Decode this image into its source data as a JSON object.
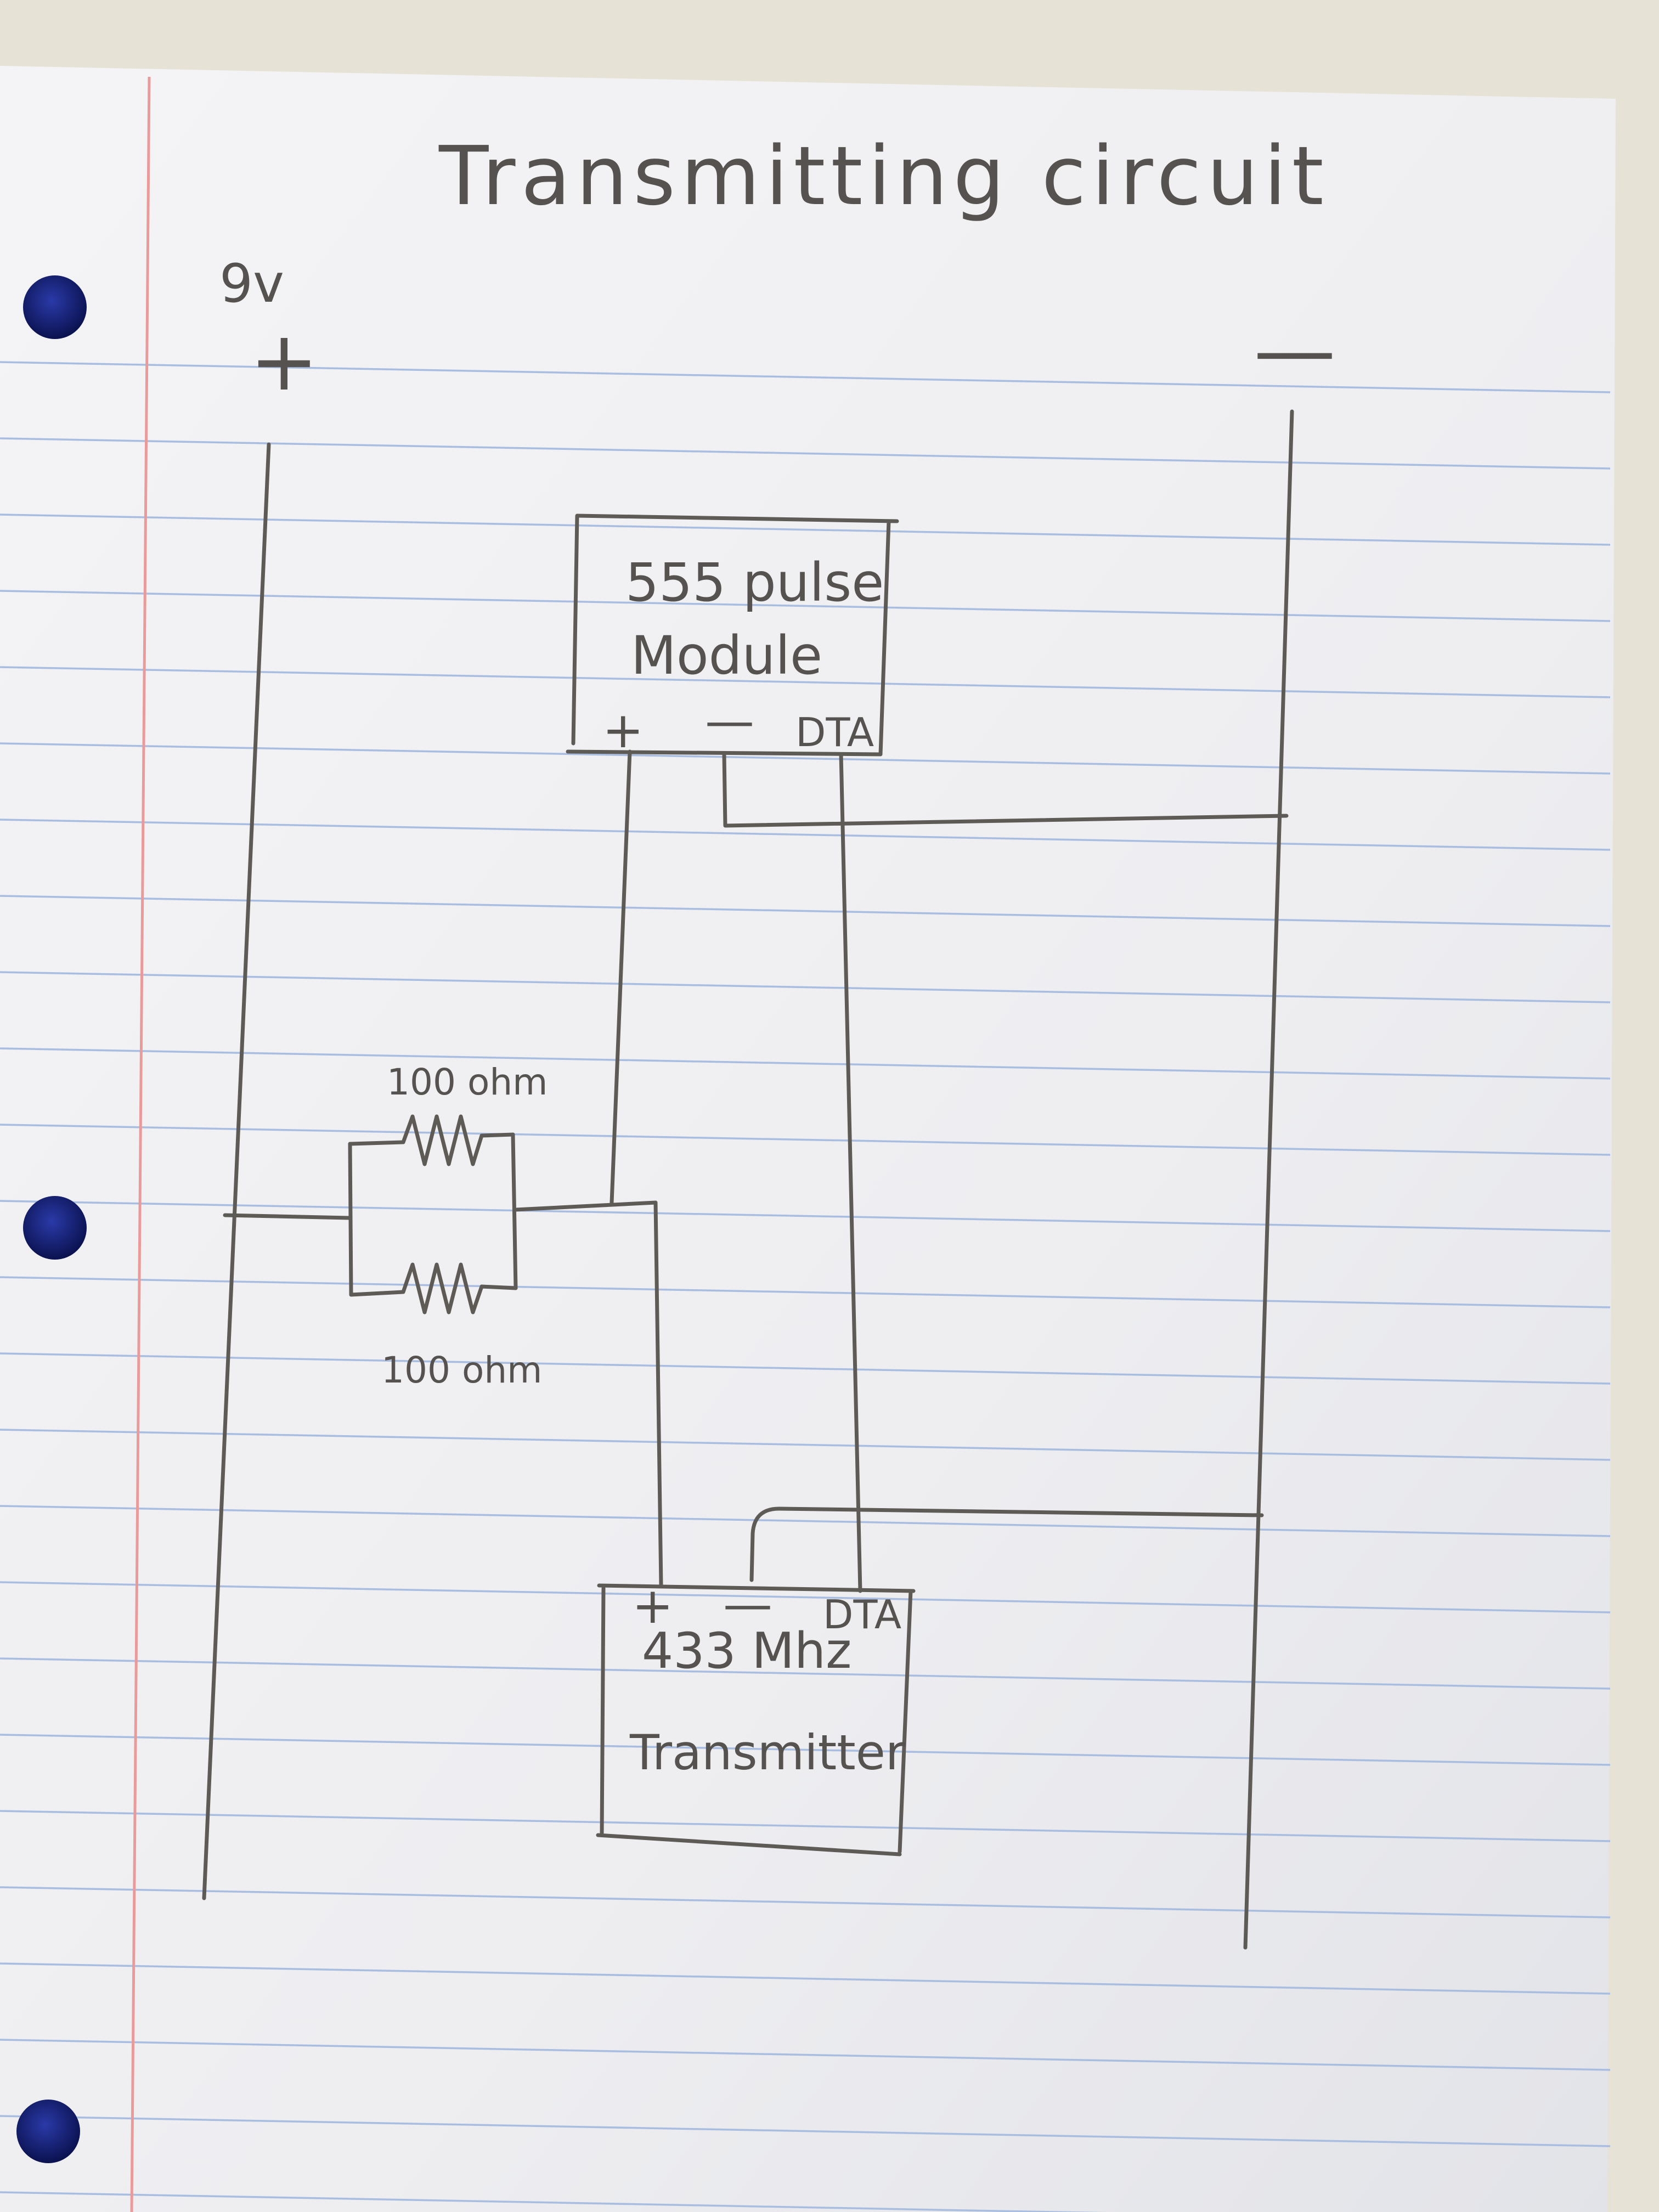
{
  "title": "Transmitting circuit",
  "battery": {
    "voltage": "9v",
    "positive": "+",
    "negative": "—"
  },
  "pulse_module": {
    "line1": "555 pulse",
    "line2": "Module",
    "pin_positive": "+",
    "pin_negative": "—",
    "pin_data": "DTA"
  },
  "resistors": {
    "top_label": "100 ohm",
    "bottom_label": "100 ohm"
  },
  "transmitter": {
    "line1": "433 Mhz",
    "line2": "Transmitter",
    "pin_positive": "+",
    "pin_negative": "—",
    "pin_data": "DTA"
  },
  "colors": {
    "pencil": "#5e5b57",
    "paper": "#f1f1f3",
    "rule_line": "#a9bde0",
    "margin_line": "#e99a9a",
    "hole": "#16207a"
  }
}
